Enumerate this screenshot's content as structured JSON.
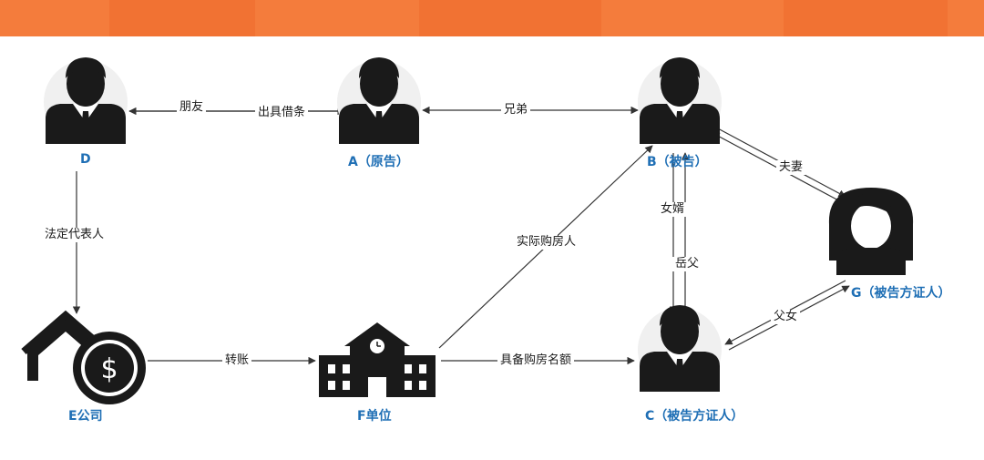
{
  "colors": {
    "banner": "#f47c3c",
    "node_label": "#1f6fb5",
    "icon": "#1a1a1a",
    "line": "#333333"
  },
  "nodes": {
    "D": {
      "label": "D",
      "icon": "businessman-icon"
    },
    "A": {
      "label": "A（原告）",
      "icon": "businessman-icon"
    },
    "B": {
      "label": "B（被告）",
      "icon": "businessman-icon"
    },
    "G": {
      "label": "G（被告方证人）",
      "icon": "businesswoman-icon"
    },
    "E": {
      "label": "E公司",
      "icon": "house-money-icon"
    },
    "F": {
      "label": "F单位",
      "icon": "school-building-icon"
    },
    "C": {
      "label": "C（被告方证人）",
      "icon": "businessman-icon"
    }
  },
  "edges": {
    "d_a_friend": "朋友",
    "d_a_iou": "出具借条",
    "a_b": "兄弟",
    "b_g": "夫妻",
    "d_e": "法定代表人",
    "f_b": "实际购房人",
    "b_c_son_in_law": "女婿",
    "b_c_father_in_law": "岳父",
    "g_c": "父女",
    "e_f": "转账",
    "f_c": "具备购房名额"
  }
}
